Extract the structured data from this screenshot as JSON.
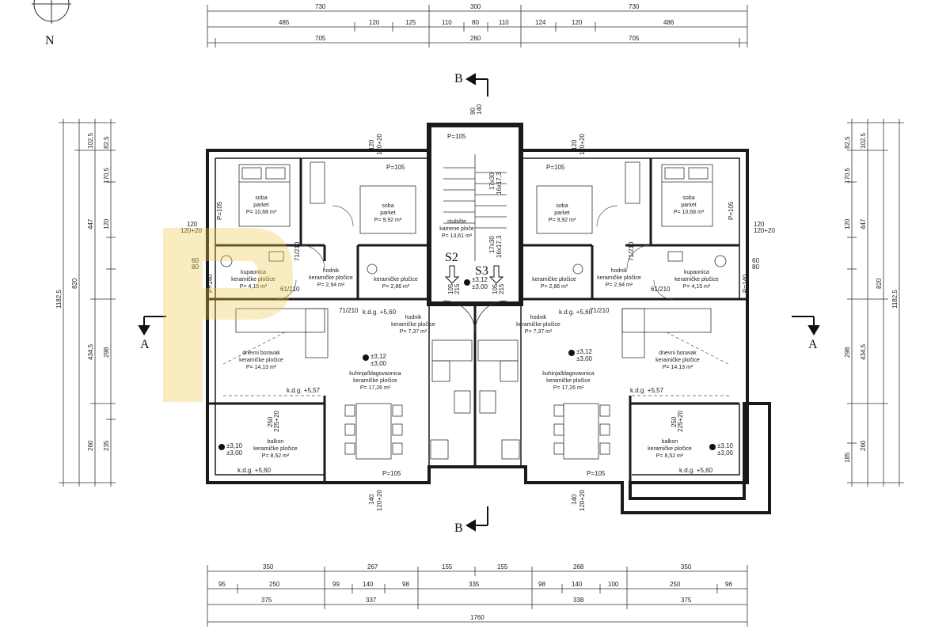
{
  "colors": {
    "line": "#222222",
    "wall": "#1a1a1a",
    "watermark": "#f2c94c"
  },
  "north_label": "N",
  "section_labels": {
    "a_left": "A",
    "a_right": "A",
    "b_top": "B",
    "b_bottom": "B",
    "s2": "S2",
    "s3": "S3"
  },
  "dims_top": {
    "row1": [
      "730",
      "300",
      "730"
    ],
    "row2": [
      "485",
      "120",
      "125",
      "110",
      "80",
      "110",
      "124",
      "120",
      "486"
    ],
    "row3": [
      "705",
      "260",
      "705"
    ]
  },
  "dims_bottom": {
    "row1": [
      "350",
      "267",
      "155",
      "155",
      "268",
      "350"
    ],
    "row2": [
      "95",
      "250",
      "99",
      "140",
      "98",
      "335",
      "98",
      "140",
      "100",
      "250",
      "96"
    ],
    "row3": [
      "375",
      "337",
      "338",
      "375"
    ],
    "total": "1760"
  },
  "dims_left": [
    "1182,5",
    "820",
    "447",
    "434,5",
    "298",
    "260",
    "235",
    "170,5",
    "120",
    "102,5",
    "82,5"
  ],
  "dims_right": [
    "1182,5",
    "820",
    "447",
    "434,5",
    "298",
    "260",
    "185",
    "170,5",
    "120",
    "102,5",
    "82,5"
  ],
  "openings": {
    "p105": "P=105",
    "w120": "120",
    "w120_20": "120+20",
    "p140": "P=140",
    "w60": "60",
    "w80": "80",
    "d61": "61/210",
    "d71": "71/210",
    "w140": "140",
    "w250": "250",
    "w225": "225+20"
  },
  "levels": {
    "kdg560": "k.d.g. +5,60",
    "kdg557": "k.d.g. +5,57",
    "l312": "±3,12",
    "l300": "±3,00",
    "l310": "±3,10"
  },
  "rooms": {
    "soba_l": {
      "name": "soba",
      "floor": "parket",
      "area": "P= 10,68 m²"
    },
    "soba_lc": {
      "name": "soba",
      "floor": "parket",
      "area": "P= 9,92 m²"
    },
    "stair": {
      "name": "stubište",
      "floor": "kamene ploče",
      "area": "P= 13,61 m²"
    },
    "soba_rc": {
      "name": "soba",
      "floor": "parket",
      "area": "P= 9,92 m²"
    },
    "soba_r": {
      "name": "soba",
      "floor": "parket",
      "area": "P= 10,68 m²"
    },
    "kup_l": {
      "name": "kupaonica",
      "floor": "keramičke pločice",
      "area": "P= 4,15 m²"
    },
    "hod_l": {
      "name": "hodnik",
      "floor": "keramičke pločice",
      "area": "P= 2,94 m²"
    },
    "wc_l": {
      "name": "",
      "floor": "keramičke pločice",
      "area": "P= 2,86 m²"
    },
    "wc_r": {
      "name": "",
      "floor": "keramičke pločice",
      "area": "P= 2,86 m²"
    },
    "hod_r": {
      "name": "hodnik",
      "floor": "keramičke pločice",
      "area": "P= 2,94 m²"
    },
    "kup_r": {
      "name": "kupaonica",
      "floor": "keramičke pločice",
      "area": "P= 4,15 m²"
    },
    "hodc_l": {
      "name": "hodnik",
      "floor": "keramičke pločice",
      "area": "P= 7,37 m²"
    },
    "hodc_r": {
      "name": "hodnik",
      "floor": "keramičke pločice",
      "area": "P= 7,37 m²"
    },
    "dnevni_l": {
      "name": "dnevni boravak",
      "floor": "keramičke pločice",
      "area": "P= 14,13 m²"
    },
    "kuh_l": {
      "name": "kuhinja/blagovaonica",
      "floor": "keramičke pločice",
      "area": "P= 17,26 m²"
    },
    "kuh_r": {
      "name": "kuhinja/blagovaonica",
      "floor": "keramičke pločice",
      "area": "P= 17,26 m²"
    },
    "dnevni_r": {
      "name": "dnevni boravak",
      "floor": "keramičke pločice",
      "area": "P= 14,13 m²"
    },
    "balk_l": {
      "name": "balkon",
      "floor": "keramičke pločice",
      "area": "P= 8,52 m²"
    },
    "balk_r": {
      "name": "balkon",
      "floor": "keramičke pločice",
      "area": "P= 8,52 m²"
    }
  },
  "stair_dims": {
    "a": "17x30",
    "b": "16x17,3",
    "c": "17x30",
    "d": "16x17,3",
    "e": "90",
    "f": "140",
    "g": "105",
    "h": "215"
  }
}
